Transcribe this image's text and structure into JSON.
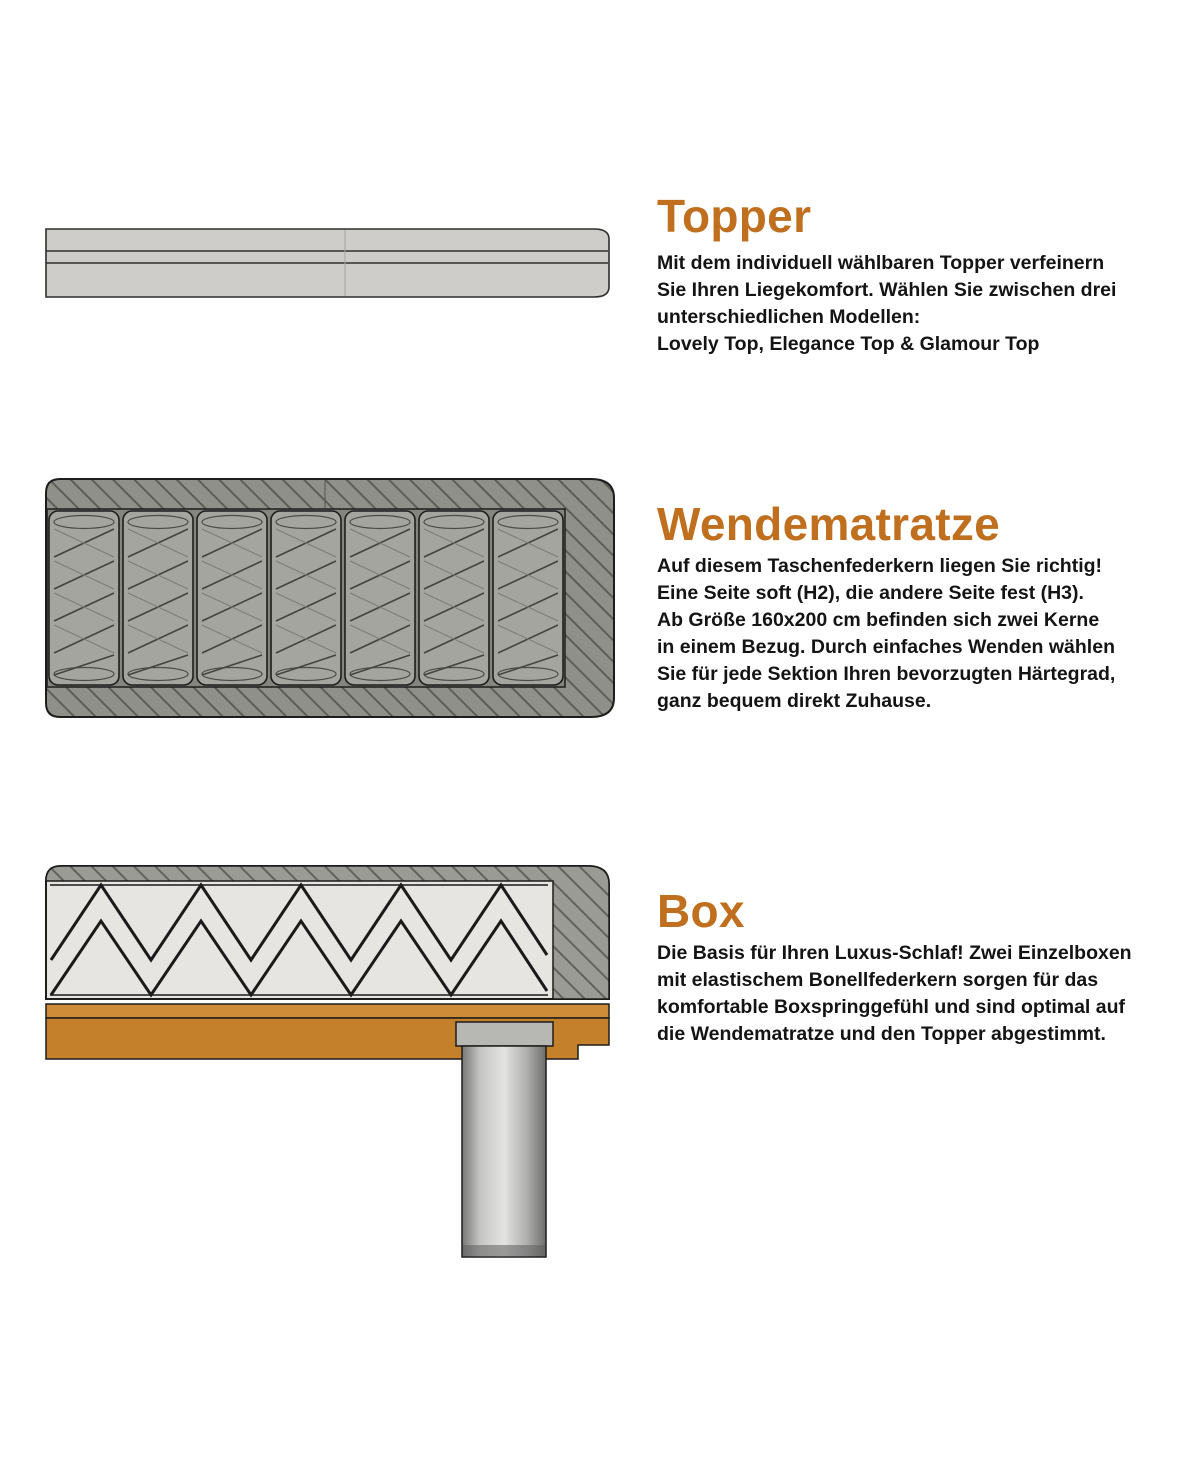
{
  "page": {
    "background": "#ffffff",
    "accent_color": "#bf6f1e",
    "text_color": "#141414",
    "wood_color": "#c5802c",
    "metal_color": "#b7b7b4",
    "hatch_gray": "#90908a"
  },
  "sections": [
    {
      "id": "topper",
      "title": "Topper",
      "description": "Mit dem individuell wählbaren Topper verfeinern\nSie Ihren Liegekomfort. Wählen Sie zwischen drei\nunterschiedlichen Modellen:\nLovely Top, Elegance Top & Glamour Top",
      "diagram": "topper-cross-section"
    },
    {
      "id": "wendematratze",
      "title": "Wendematratze",
      "description": "Auf diesem Taschenfederkern liegen Sie richtig!\nEine Seite soft (H2), die andere Seite fest (H3).\nAb Größe 160x200 cm befinden sich zwei Kerne\nin einem Bezug. Durch einfaches Wenden wählen\nSie für jede Sektion Ihren bevorzugten Härtegrad,\nganz bequem direkt Zuhause.",
      "diagram": "pocket-spring-mattress-cross-section"
    },
    {
      "id": "box",
      "title": "Box",
      "description": "Die Basis für Ihren Luxus-Schlaf! Zwei Einzelboxen\nmit elastischem Bonellfederkern sorgen für das\nkomfortable Boxspringgefühl und sind optimal auf\ndie Wendematratze und den Topper abgestimmt.",
      "diagram": "bonell-spring-box-with-leg-cross-section"
    }
  ]
}
